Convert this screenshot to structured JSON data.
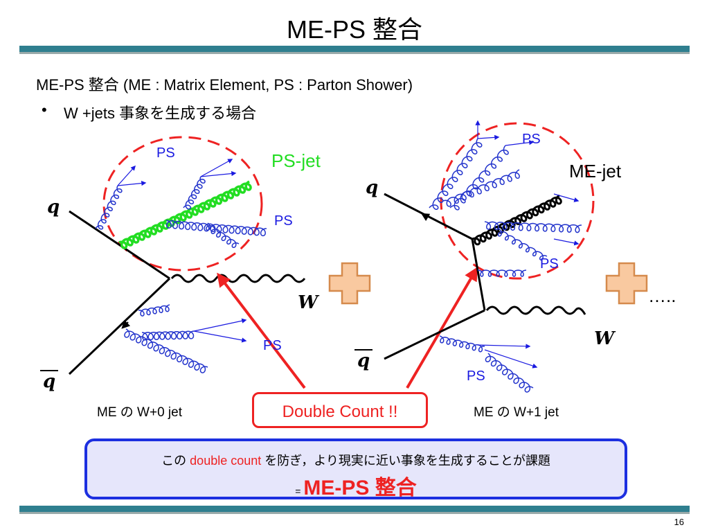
{
  "slide": {
    "title": "ME-PS 整合",
    "subtitle": "ME-PS 整合 (ME : Matrix Element, PS : Parton Shower)",
    "bullet_symbol": "•",
    "bullet_text": "W +jets 事象を生成する場合",
    "page_number": "16"
  },
  "diagram_left": {
    "ps_top": "PS",
    "ps_right": "PS",
    "ps_bottom": "PS",
    "ps_jet": "PS-jet",
    "quark": "q",
    "antiquark": "q",
    "boson": "W",
    "caption": "ME の W+0 jet"
  },
  "diagram_right": {
    "ps_top": "PS",
    "ps_mid": "PS",
    "ps_bottom": "PS",
    "me_jet": "ME-jet",
    "quark": "q",
    "antiquark": "q",
    "boson": "W",
    "caption": "ME の W+1 jet"
  },
  "ellipsis": "…..",
  "double_count": "Double Count !!",
  "bottom_box": {
    "prefix": "この",
    "highlight": "double count",
    "suffix": "を防ぎ，より現実に近い事象を生成することが課題",
    "eq": "=",
    "conclusion": "ME-PS 整合"
  },
  "colors": {
    "accent_bar": "#2f7f8f",
    "arrow": "#ee2222",
    "gluon": "#2233cc",
    "ps_jet_gluon": "#22dd22",
    "box_border": "#1c2fe0",
    "box_fill": "#e6e6fb",
    "plus_fill": "#f9c9a0",
    "plus_border": "#d58a4c"
  }
}
